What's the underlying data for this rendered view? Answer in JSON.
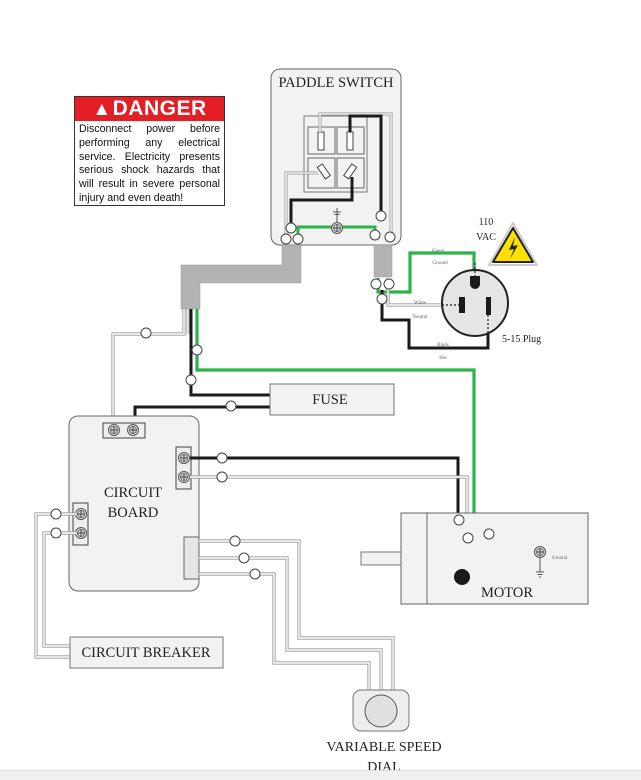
{
  "danger_sign": {
    "heading": "DANGER",
    "icon": "warning-triangle-icon",
    "text": "Disconnect power before performing any electrical service. Electricity presents serious shock hazards that will result in severe personal injury and even death!",
    "colors": {
      "header": "#e31e24"
    }
  },
  "components": {
    "paddle_switch": "PADDLE SWITCH",
    "fuse": "FUSE",
    "circuit_board": [
      "CIRCUIT",
      "BOARD"
    ],
    "motor": "MOTOR",
    "circuit_breaker": "CIRCUIT BREAKER",
    "variable_speed_dial": [
      "VARIABLE SPEED",
      "DIAL"
    ]
  },
  "power": {
    "voltage": [
      "110",
      "VAC"
    ],
    "plug": "5-15 Plug",
    "icon": "high-voltage-icon"
  },
  "wire_labels": {
    "green": "Green",
    "ground": "Ground",
    "white": "White",
    "neutral": "Neutral",
    "black": "Black",
    "hot": "Hot",
    "motor_ground": "Ground"
  },
  "wire_colors": {
    "hot": "#1a1a1a",
    "neutral": "#cccccc",
    "ground": "#2db34a",
    "sheath": "#b3b3b3"
  }
}
